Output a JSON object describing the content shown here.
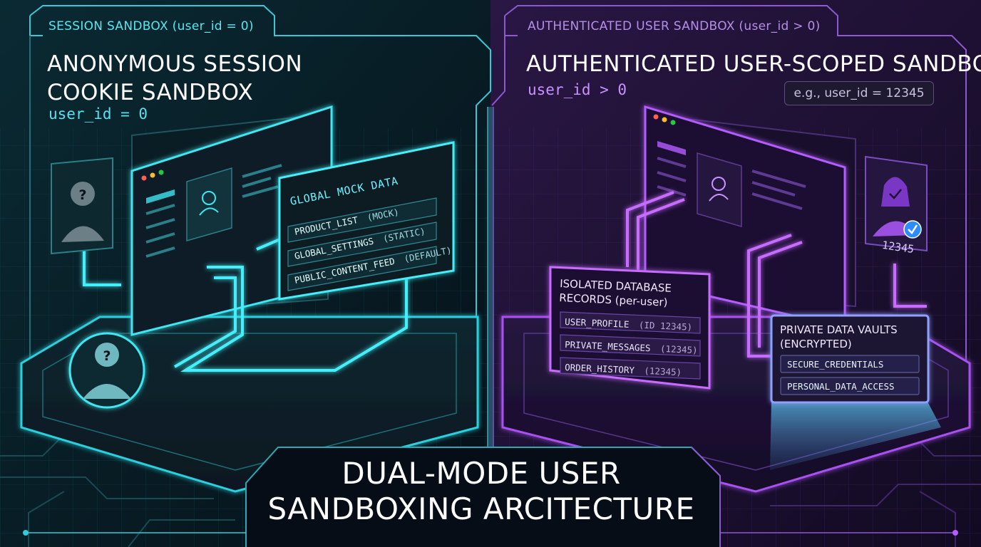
{
  "left_panel": {
    "tab_label": "SESSION SANDBOX (user_id = 0)",
    "title_line1": "ANONYMOUS SESSION",
    "title_line2": "COOKIE SANDBOX",
    "user_id": "user_id = 0",
    "mock_card": {
      "title": "GLOBAL MOCK DATA",
      "rows": [
        {
          "name": "PRODUCT_LIST",
          "tag": "(MOCK)"
        },
        {
          "name": "GLOBAL_SETTINGS",
          "tag": "(STATIC)"
        },
        {
          "name": "PUBLIC_CONTENT_FEED",
          "tag": "(DEFAULT)"
        }
      ]
    }
  },
  "right_panel": {
    "tab_label": "AUTHENTICATED USER SANDBOX (user_id > 0)",
    "title": "AUTHENTICATED USER-SCOPED SANDBOX",
    "user_id": "user_id > 0",
    "example": "e.g., user_id = 12345",
    "user_badge_id": "12345",
    "records_card": {
      "title_line1": "ISOLATED DATABASE",
      "title_line2": "RECORDS (per-user)",
      "rows": [
        {
          "name": "USER_PROFILE",
          "tag": "(ID 12345)"
        },
        {
          "name": "PRIVATE_MESSAGES",
          "tag": "(12345)"
        },
        {
          "name": "ORDER_HISTORY",
          "tag": "(12345)"
        }
      ]
    },
    "vault_card": {
      "title_line1": "PRIVATE DATA VAULTS",
      "title_line2": "(ENCRYPTED)",
      "rows": [
        "SECURE_CREDENTIALS",
        "PERSONAL_DATA_ACCESS"
      ]
    }
  },
  "main_title": "DUAL-MODE USER SANDBOXING ARCITECTURE",
  "icons": [
    "anonymous-user-icon",
    "user-avatar-icon",
    "verified-user-icon",
    "checkmark-icon"
  ],
  "colors": {
    "cyan": "#3fe6f2",
    "purple": "#b45cff",
    "background": "#070d16",
    "verified_blue": "#2f8cff"
  }
}
